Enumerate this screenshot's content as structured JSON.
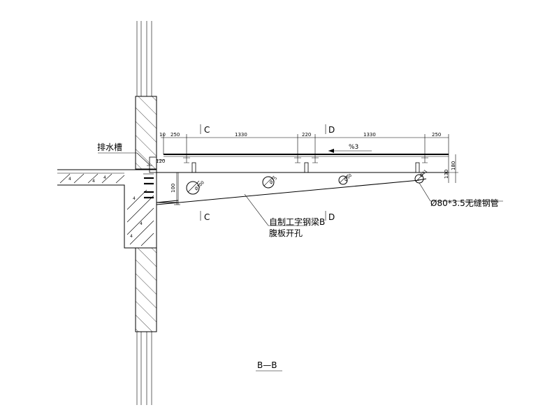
{
  "labels": {
    "drain_channel": "排水槽",
    "steel_pipe": "Ø80*3.5无缝钢管",
    "beam_line1": "自制工字钢梁B",
    "beam_line2": "腹板开孔",
    "section_title": "B—B",
    "section_c": "C",
    "section_d": "D",
    "slope": "%3"
  },
  "dimensions": {
    "top": [
      "10",
      "250",
      "1330",
      "220",
      "1330",
      "250"
    ],
    "left_120": "120",
    "left_100": "100",
    "right_130": "130",
    "right_180": "180"
  },
  "holes": [
    "Ø100",
    "Ø75",
    "Ø50",
    "Ø41"
  ]
}
